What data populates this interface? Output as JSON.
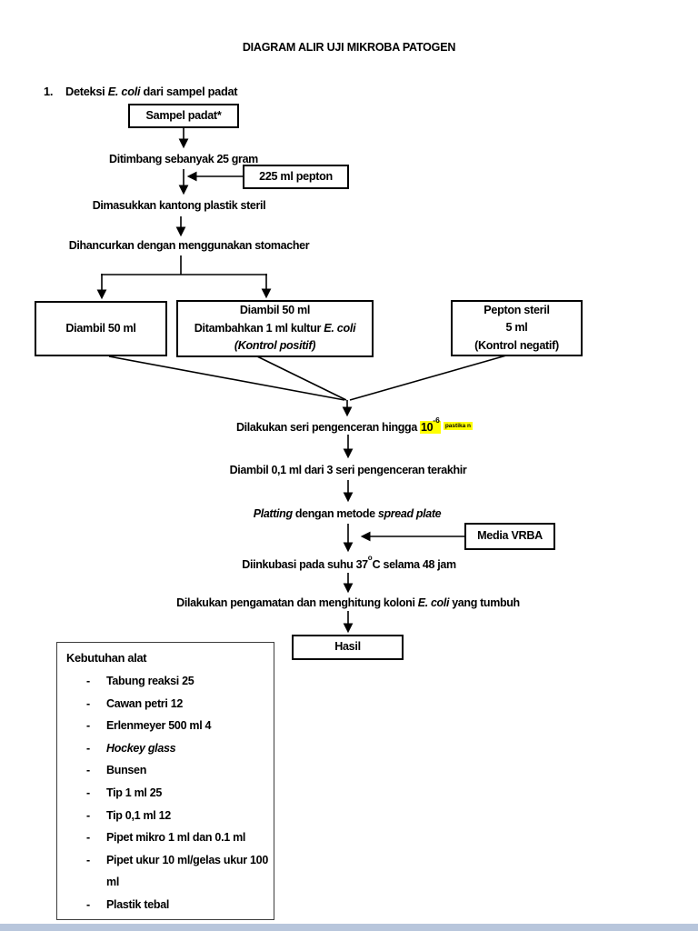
{
  "page": {
    "title": "DIAGRAM ALIR UJI MIKROBA PATOGEN",
    "section": {
      "number": "1.",
      "pre": "Deteksi ",
      "italic": "E. coli",
      "post": " dari sampel padat"
    }
  },
  "boxes": {
    "sampel": {
      "label": "Sampel padat*"
    },
    "pepton": {
      "label": "225 ml pepton"
    },
    "sample50": {
      "label": "Diambil 50 ml"
    },
    "positive": {
      "line1": "Diambil 50 ml",
      "line2_pre": "Ditambahkan 1 ml kultur",
      "line2_italic": "E. coli",
      "line3": "(Kontrol positif)"
    },
    "negative": {
      "line1": "Pepton steril",
      "line2": "5 ml",
      "line3": "(Kontrol negatif)"
    },
    "vrba": {
      "label": "Media VRBA"
    },
    "hasil": {
      "label": "Hasil"
    }
  },
  "steps": {
    "timbang": "Ditimbang sebanyak 25 gram",
    "kantong": "Dimasukkan kantong plastik steril",
    "stomacher": "Dihancurkan dengan menggunakan stomacher",
    "pengenceran": {
      "pre": "Dilakukan seri pengenceran hingga ",
      "hl_base": "10",
      "hl_sup": "-6",
      "hl_note": "pastika n"
    },
    "diambil": "Diambil 0,1 ml dari 3 seri pengenceran terakhir",
    "platting": {
      "italic1": "Platting",
      "mid": " dengan metode ",
      "italic2": "spread plate"
    },
    "inkubasi": {
      "pre": "Diinkubasi pada suhu 37",
      "sup": "o",
      "post": "C selama 48 jam"
    },
    "pengamatan": {
      "pre": "Dilakukan pengamatan dan menghitung koloni ",
      "italic": "E. coli",
      "post": " yang tumbuh"
    }
  },
  "equipment": {
    "title": "Kebutuhan alat",
    "bullet": "-",
    "items": [
      "Tabung reaksi 25",
      "Cawan petri 12",
      "Erlenmeyer 500 ml 4",
      "Hockey glass",
      "Bunsen",
      "Tip 1 ml 25",
      "Tip 0,1 ml 12",
      "Pipet mikro 1 ml dan 0.1 ml",
      "Pipet ukur 10 ml/gelas ukur 100 ml",
      "Plastik tebal"
    ]
  },
  "colors": {
    "highlight": "#ffff00",
    "ink": "#000000",
    "page_bg": "#ffffff",
    "bottom_strip": "#b8c6dc"
  }
}
